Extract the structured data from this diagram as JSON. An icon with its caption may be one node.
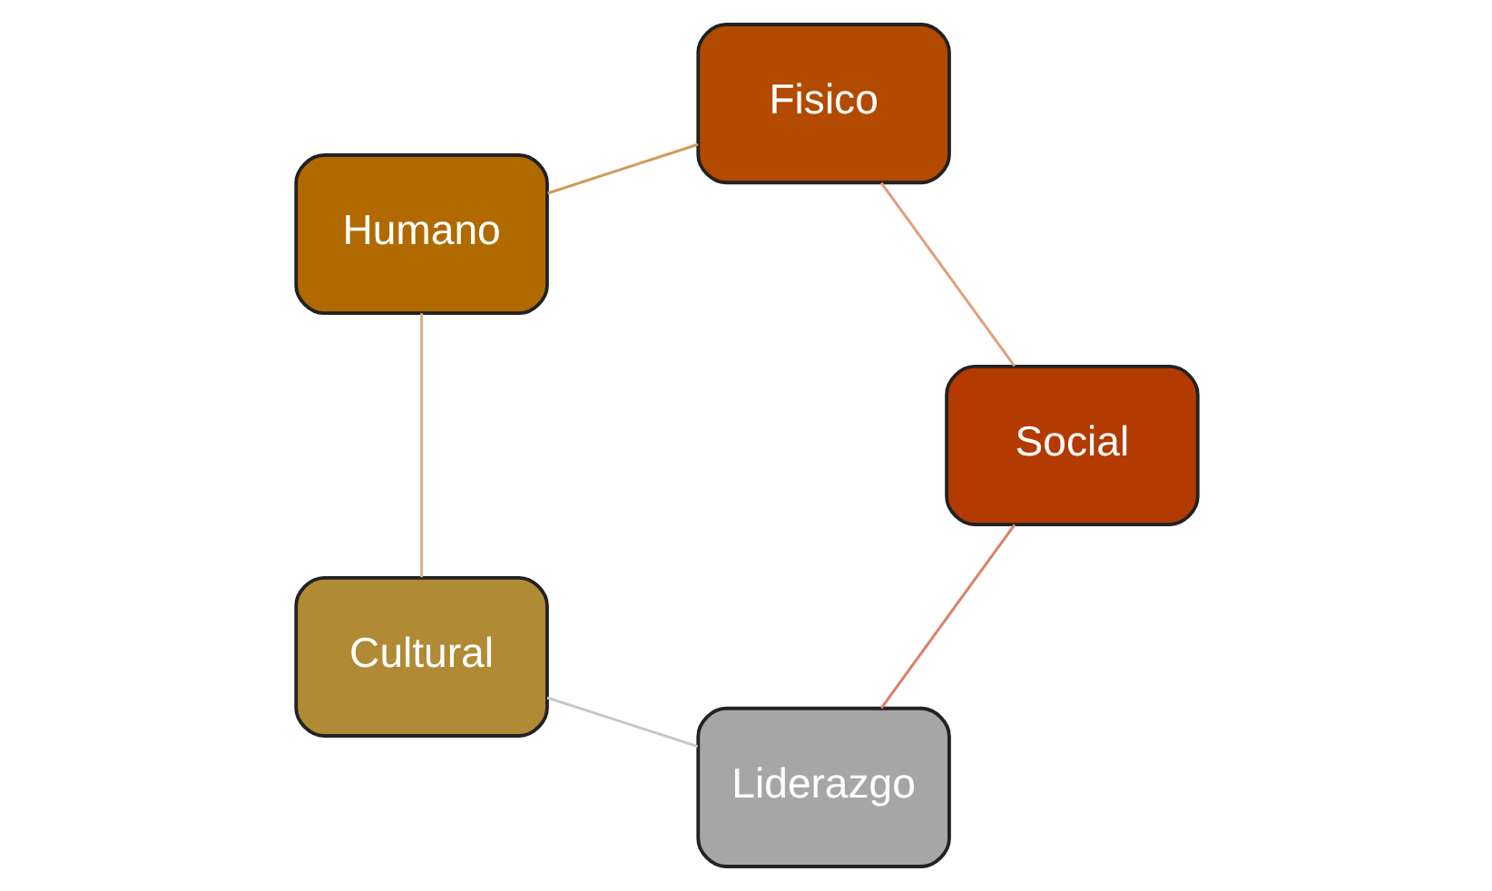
{
  "diagram": {
    "nodes": [
      {
        "text": [
          "Liderazgo"
        ]
      },
      {
        "text": [
          "Cultural"
        ]
      },
      {
        "text": [
          "Humano"
        ]
      },
      {
        "text": [
          "Fisico"
        ]
      },
      {
        "text": [
          "Social"
        ]
      }
    ],
    "edges": [
      {
        "from": 0,
        "to": 1,
        "arrow": "none",
        "color": "#c8c8c8"
      },
      {
        "from": 1,
        "to": 2,
        "arrow": "none",
        "color": "#d4b483"
      },
      {
        "from": 2,
        "to": 3,
        "arrow": "none",
        "color": "#d09a5a"
      },
      {
        "from": 3,
        "to": 4,
        "arrow": "none",
        "color": "#e0a080"
      },
      {
        "from": 4,
        "to": 0,
        "arrow": "none",
        "color": "#d9836a"
      }
    ]
  }
}
